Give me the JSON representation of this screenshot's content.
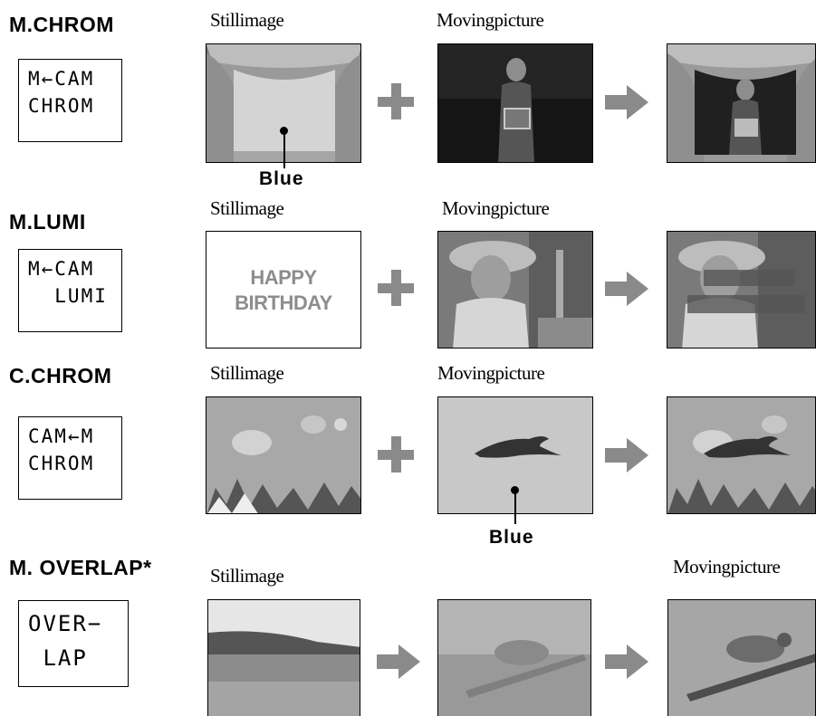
{
  "rows": [
    {
      "title": "M.CHROM",
      "lcd": [
        "M←CAM",
        "CHROM"
      ],
      "captions": [
        "Stillimage",
        "Movingpicture"
      ],
      "pointer_label": "Blue"
    },
    {
      "title": "M.LUMI",
      "lcd": [
        "M←CAM",
        "  LUMI"
      ],
      "captions": [
        "Stillimage",
        "Movingpicture"
      ],
      "overlay_text": [
        "HAPPY",
        "BIRTHDAY"
      ]
    },
    {
      "title": "C.CHROM",
      "lcd": [
        "CAM←M",
        "CHROM"
      ],
      "captions": [
        "Stillimage",
        "Movingpicture"
      ],
      "pointer_label": "Blue"
    },
    {
      "title": "M. OVERLAP*",
      "lcd": [
        "OVER−",
        " LAP"
      ],
      "captions": [
        "Stillimage",
        "Movingpicture"
      ]
    }
  ],
  "icons": {
    "plus": "plus-icon",
    "arrow": "right-arrow-icon"
  },
  "colors": {
    "symbol_gray": "#8a8a8a",
    "blue_backdrop": "#c8c8c8"
  }
}
